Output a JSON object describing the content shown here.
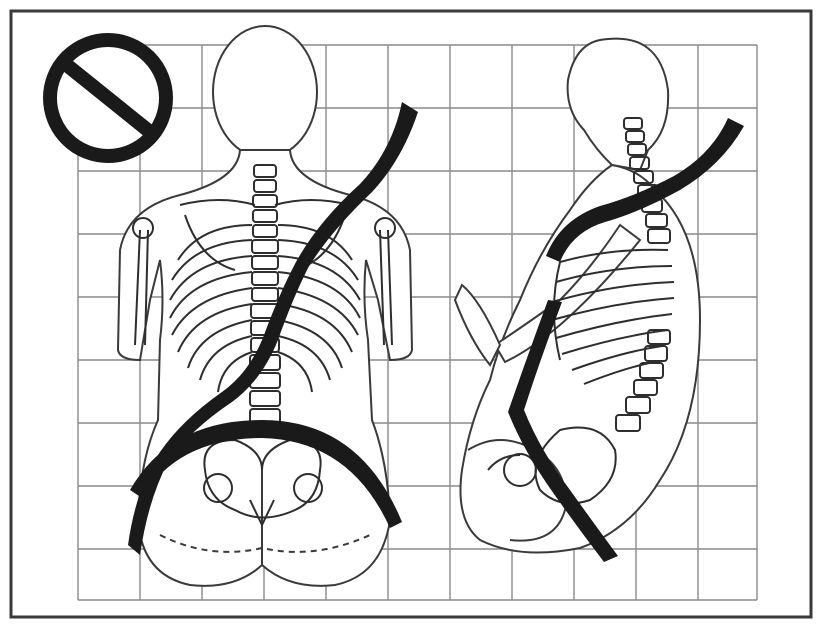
{
  "figure": {
    "kind": "seatbelt-misuse-illustration",
    "symbol": "prohibition-icon",
    "views": [
      "back-view",
      "side-view"
    ],
    "colors": {
      "line": "#3a3a3a",
      "grid": "#8a8a8a",
      "belt": "#1a1a1a",
      "paper": "#ffffff"
    }
  }
}
